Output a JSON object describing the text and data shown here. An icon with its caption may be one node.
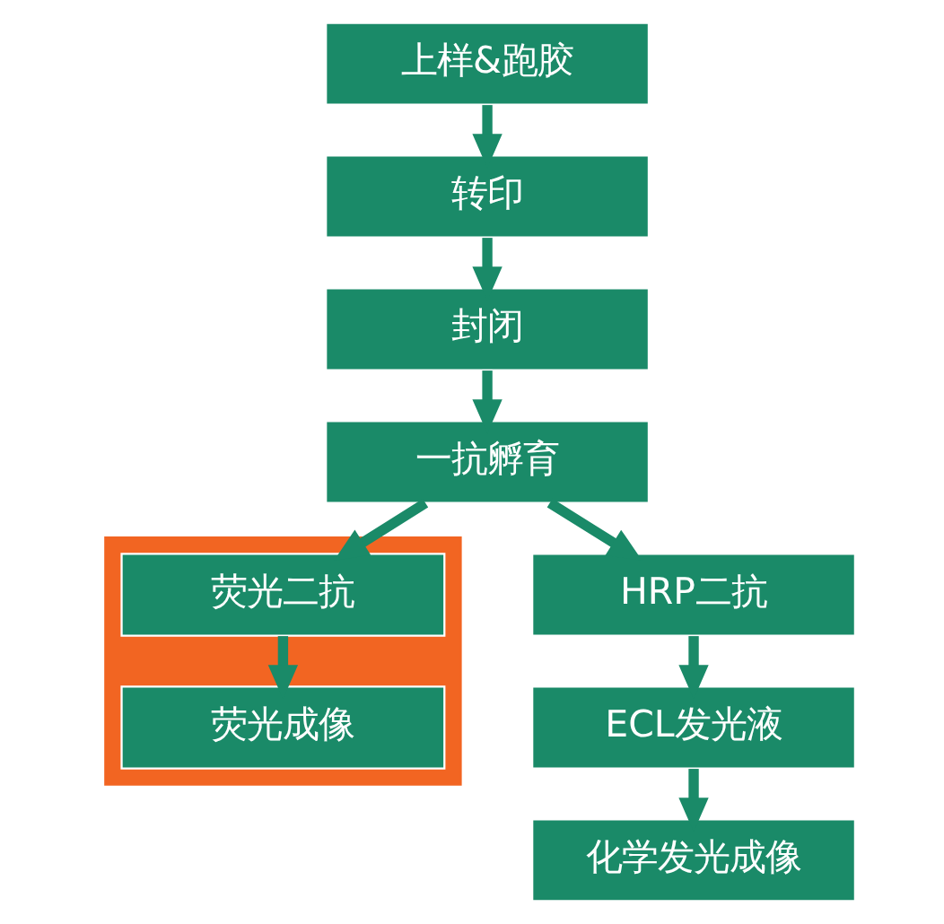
{
  "diagram": {
    "nodes": [
      {
        "text": [
          "上样&跑胶"
        ]
      },
      {
        "text": [
          "转印"
        ]
      },
      {
        "text": [
          "封闭"
        ]
      },
      {
        "text": [
          "一抗孵育"
        ]
      },
      {
        "text": [
          "HRP二抗"
        ]
      },
      {
        "text": [
          "ECL发光液"
        ]
      },
      {
        "text": [
          "化学发光成像"
        ]
      },
      {
        "text": [],
        "shape": "star"
      },
      {
        "text": [
          "荧光二抗"
        ],
        "in": 7
      },
      {
        "text": [
          "荧光成像"
        ],
        "in": 7
      }
    ],
    "edges": [
      {
        "from": 0,
        "to": 1,
        "arrow": "to"
      },
      {
        "from": 1,
        "to": 2,
        "arrow": "to"
      },
      {
        "from": 2,
        "to": 3,
        "arrow": "to"
      },
      {
        "from": 3,
        "to": 4,
        "arrow": "to"
      },
      {
        "from": 3,
        "to": 8,
        "arrow": "to"
      },
      {
        "from": 4,
        "to": 5,
        "arrow": "to"
      },
      {
        "from": 5,
        "to": 6,
        "arrow": "to"
      },
      {
        "from": 8,
        "to": 9,
        "arrow": "to"
      }
    ]
  }
}
